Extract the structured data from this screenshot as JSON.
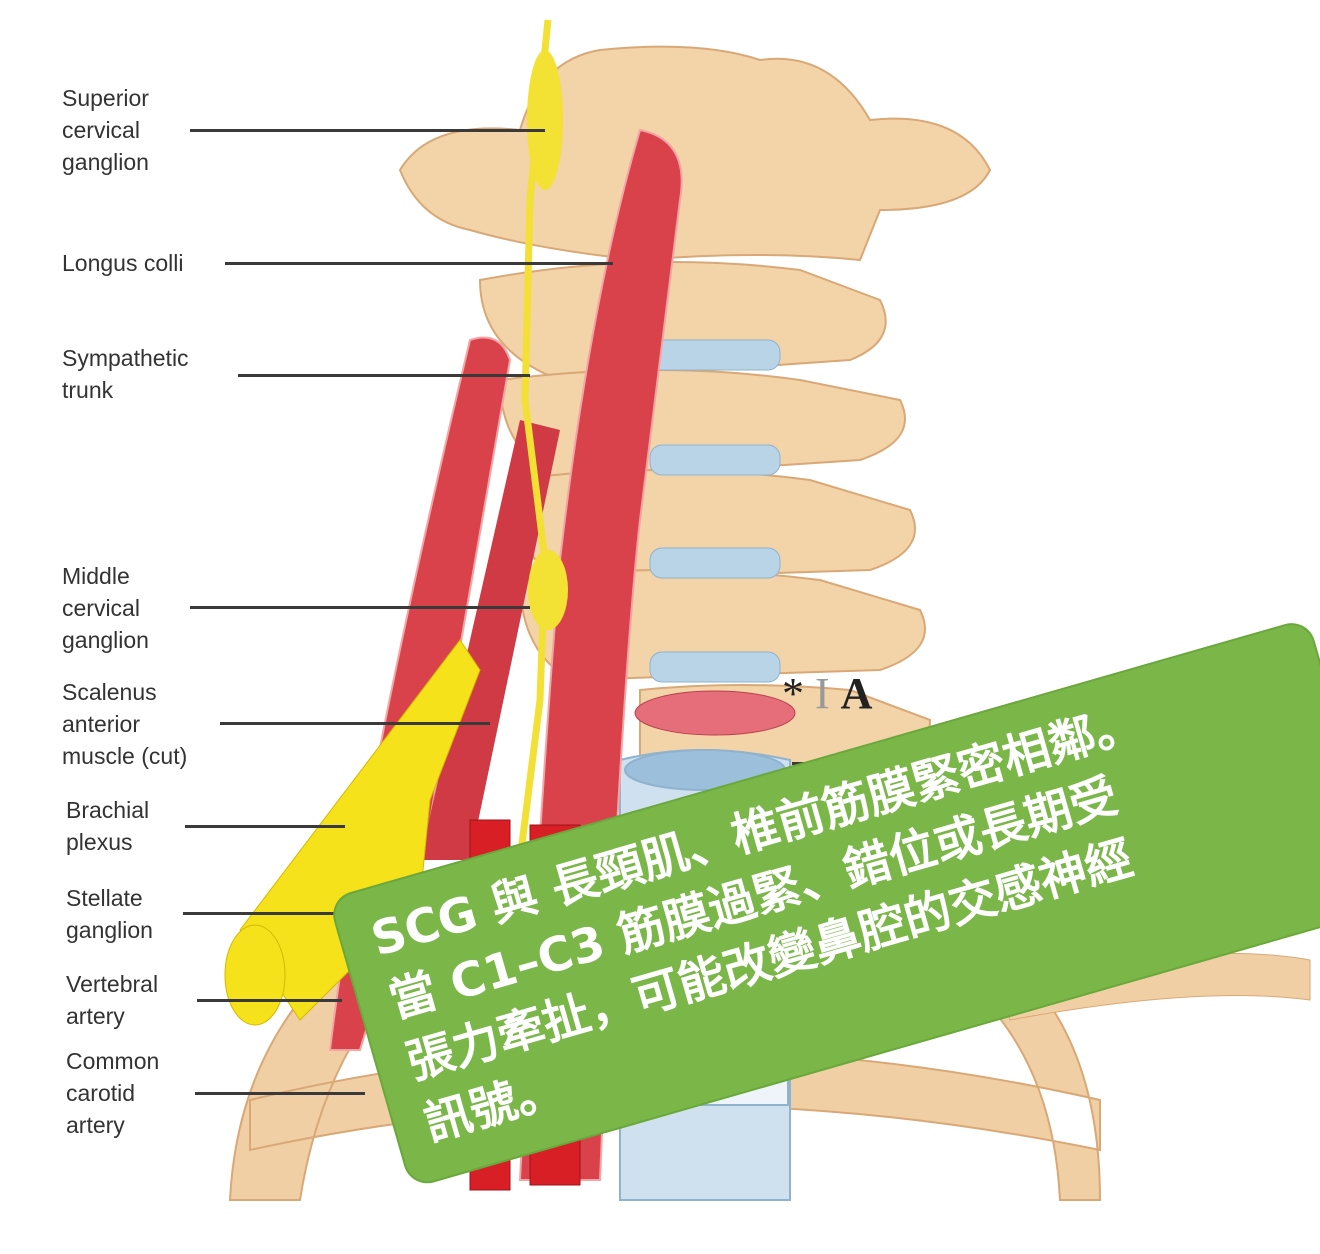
{
  "labels": {
    "superior_cervical_ganglion": "Superior\ncervical\nganglion",
    "longus_colli": "Longus colli",
    "sympathetic_trunk": "Sympathetic\ntrunk",
    "middle_cervical_ganglion": "Middle\ncervical\nganglion",
    "scalenus_anterior": "Scalenus\nanterior\nmuscle (cut)",
    "brachial_plexus": "Brachial\nplexus",
    "stellate_ganglion": "Stellate\nganglion",
    "vertebral_artery": "Vertebral\nartery",
    "common_carotid_artery": "Common\ncarotid\nartery"
  },
  "marker": {
    "asterisk": "*",
    "bar": "I",
    "letter": "A"
  },
  "callout": {
    "lines": [
      "SCG 與 長頸肌、椎前筋膜緊密相鄰。",
      "當 C1–C3 筋膜過緊、錯位或長期受",
      "張力牽扯，可能改變鼻腔的交感神經",
      "訊號。"
    ],
    "color": "#7ab648"
  }
}
